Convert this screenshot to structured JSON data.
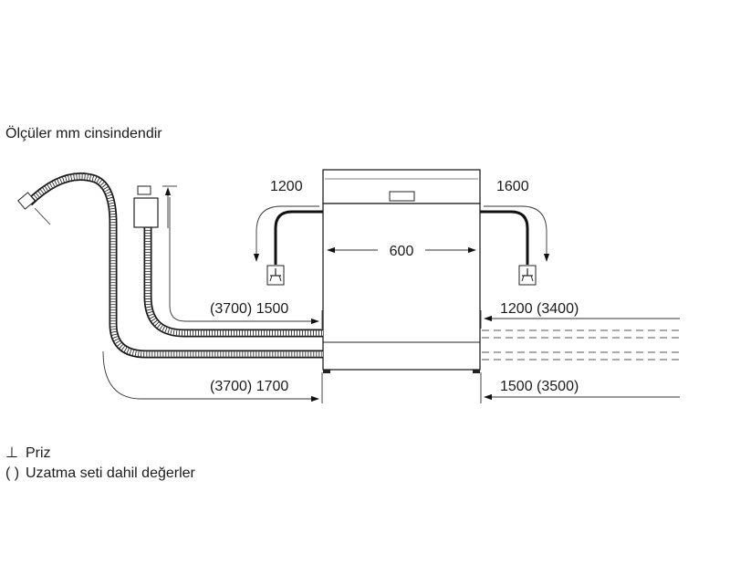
{
  "caption": "Ölçüler mm cinsindendir",
  "dimensions": {
    "width": "600",
    "power_left": "1200",
    "power_right": "1600",
    "drain_left": "(3700) 1500",
    "supply_left": "(3700) 1700",
    "drain_right": "1200 (3400)",
    "supply_right": "1500 (3500)"
  },
  "legend": {
    "socket_symbol": "⊥",
    "socket_label": "Priz",
    "extension_symbol": "( )",
    "extension_label": "Uzatma seti dahil değerler"
  },
  "icons": [
    "socket-icon",
    "water-tap-icon",
    "drain-hose-icon",
    "supply-hose-icon"
  ]
}
